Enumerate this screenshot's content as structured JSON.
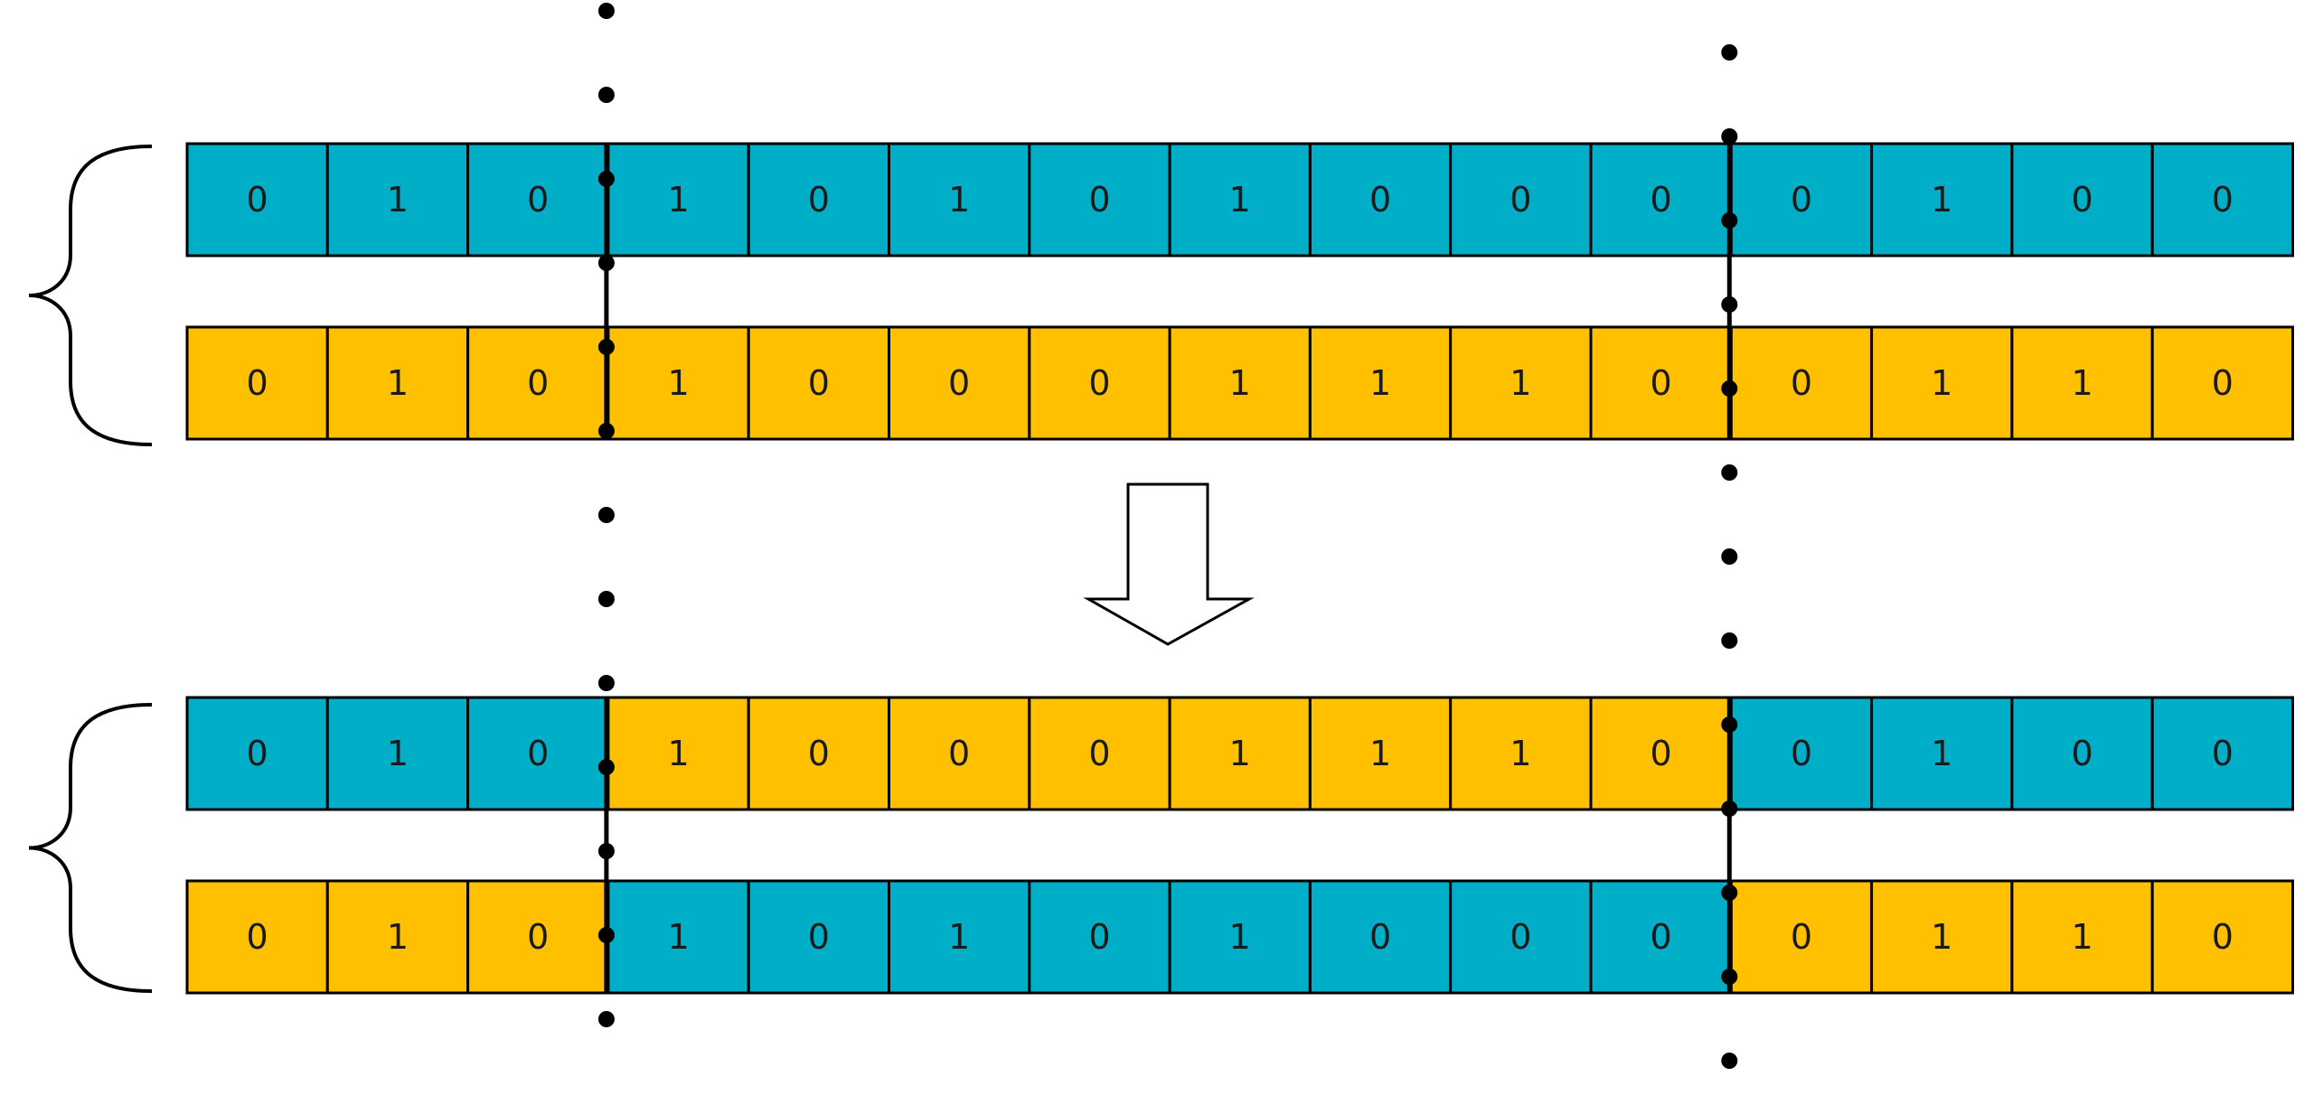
{
  "colors": {
    "parent_a": "#00AEC8",
    "parent_b": "#FFC000",
    "outline": "#000000",
    "background": "#FFFFFF"
  },
  "diagram": {
    "before": {
      "rows": [
        {
          "name": "parent-a",
          "bits": [
            "0",
            "1",
            "0",
            "1",
            "0",
            "1",
            "0",
            "1",
            "0",
            "0",
            "0",
            "0",
            "1",
            "0",
            "0"
          ],
          "fill": [
            "a",
            "a",
            "a",
            "a",
            "a",
            "a",
            "a",
            "a",
            "a",
            "a",
            "a",
            "a",
            "a",
            "a",
            "a"
          ]
        },
        {
          "name": "parent-b",
          "bits": [
            "0",
            "1",
            "0",
            "1",
            "0",
            "0",
            "0",
            "1",
            "1",
            "1",
            "0",
            "0",
            "1",
            "1",
            "0"
          ],
          "fill": [
            "b",
            "b",
            "b",
            "b",
            "b",
            "b",
            "b",
            "b",
            "b",
            "b",
            "b",
            "b",
            "b",
            "b",
            "b"
          ]
        }
      ]
    },
    "after": {
      "rows": [
        {
          "name": "offspring-a",
          "bits": [
            "0",
            "1",
            "0",
            "1",
            "0",
            "0",
            "0",
            "1",
            "1",
            "1",
            "0",
            "0",
            "1",
            "0",
            "0"
          ],
          "fill": [
            "a",
            "a",
            "a",
            "b",
            "b",
            "b",
            "b",
            "b",
            "b",
            "b",
            "b",
            "a",
            "a",
            "a",
            "a"
          ]
        },
        {
          "name": "offspring-b",
          "bits": [
            "0",
            "1",
            "0",
            "1",
            "0",
            "1",
            "0",
            "1",
            "0",
            "0",
            "0",
            "0",
            "1",
            "1",
            "0"
          ],
          "fill": [
            "b",
            "b",
            "b",
            "a",
            "a",
            "a",
            "a",
            "a",
            "a",
            "a",
            "a",
            "b",
            "b",
            "b",
            "b"
          ]
        }
      ]
    },
    "crossover_points": [
      3,
      11
    ],
    "arrow_icon": "down-arrow-icon",
    "bracket_icon": "curly-brace-icon"
  }
}
